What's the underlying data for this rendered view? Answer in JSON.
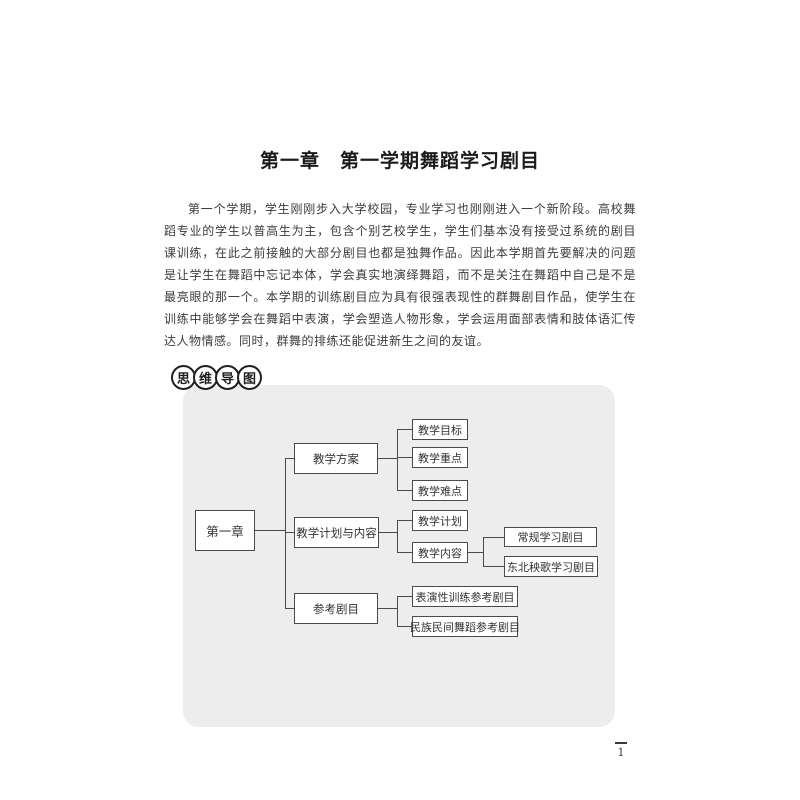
{
  "page": {
    "chapter_title": "第一章　第一学期舞蹈学习剧目",
    "body_text": "第一个学期，学生刚刚步入大学校园，专业学习也刚刚进入一个新阶段。高校舞蹈专业的学生以普高生为主，包含个别艺校学生，学生们基本没有接受过系统的剧目课训练，在此之前接触的大部分剧目也都是独舞作品。因此本学期首先要解决的问题是让学生在舞蹈中忘记本体，学会真实地演绎舞蹈，而不是关注在舞蹈中自己是不是最亮眼的那一个。本学期的训练剧目应为具有很强表现性的群舞剧目作品，使学生在训练中能够学会在舞蹈中表演，学会塑造人物形象，学会运用面部表情和肢体语汇传达人物情感。同时，群舞的排练还能促进新生之间的友谊。",
    "page_number": "1"
  },
  "mindmap": {
    "badge_chars": [
      "思",
      "维",
      "导",
      "图"
    ],
    "nodes": {
      "root": "第一章",
      "branch1": "教学方案",
      "branch2": "教学计划与内容",
      "branch3": "参考剧目",
      "leaf1": "教学目标",
      "leaf2": "教学重点",
      "leaf3": "教学难点",
      "leaf4": "教学计划",
      "leaf5": "教学内容",
      "leaf6": "常规学习剧目",
      "leaf7": "东北秧歌学习剧目",
      "leaf8": "表演性训练参考剧目",
      "leaf9": "民族民间舞蹈参考剧目"
    }
  }
}
